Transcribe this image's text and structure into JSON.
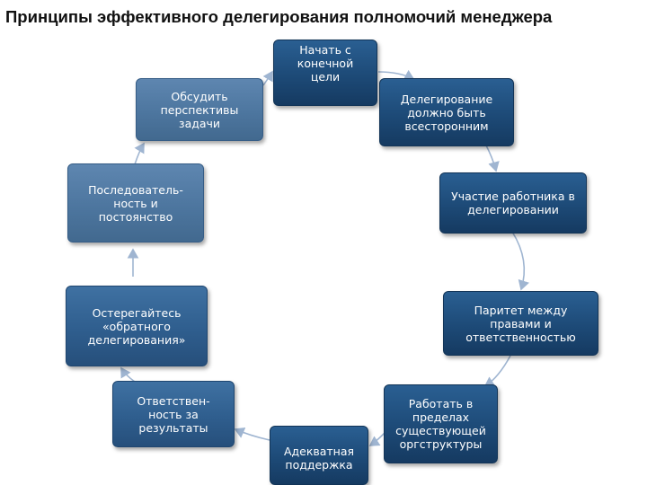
{
  "title": "Принципы  эффективного делегирования полномочий менеджера",
  "nodes": {
    "goal": "Начать с\nконечной\nцели",
    "comprehensive": "Делегирование\nдолжно быть\nвсесторонним",
    "participation": "Участие работника в\nделегировании",
    "parity": "Паритет между\nправами и\nответственностью",
    "orgstructure": "Работать в\nпределах\nсуществующей\nоргструктуры",
    "support": "Адекватная\nподдержка",
    "responsibility": "Ответствен-\nность за\nрезультаты",
    "reverse": "Остерегайтесь\n«обратного\nделегирования»",
    "consistency": "Последователь-\nность  и\nпостоянство",
    "perspectives": "Обсудить\nперспективы\nзадачи"
  }
}
